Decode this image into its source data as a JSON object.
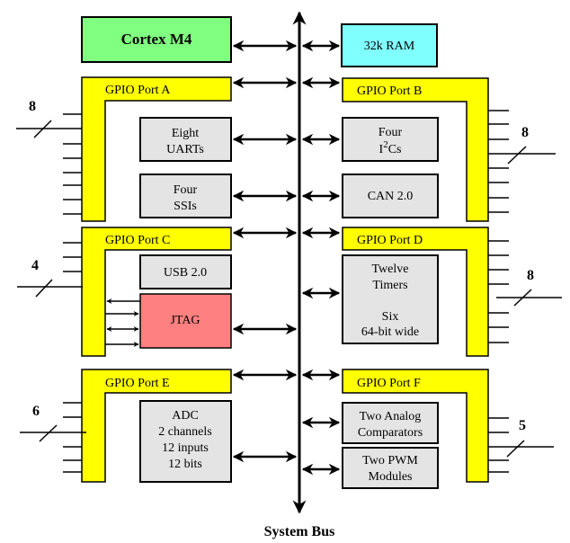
{
  "diagram": {
    "bus_label": "System Bus",
    "colors": {
      "cpu": "#80ff80",
      "ram": "#80ffff",
      "gpio": "#ffff00",
      "peripheral": "#e4e4e4",
      "jtag": "#ff8080",
      "line": "#000000"
    },
    "cpu": {
      "label": "Cortex M4"
    },
    "ram": {
      "label": "32k RAM"
    },
    "ports": {
      "a": {
        "label": "GPIO Port A",
        "pins": "8"
      },
      "b": {
        "label": "GPIO Port B",
        "pins": "8"
      },
      "c": {
        "label": "GPIO Port C",
        "pins": "4"
      },
      "d": {
        "label": "GPIO Port D",
        "pins": "8"
      },
      "e": {
        "label": "GPIO Port E",
        "pins": "6"
      },
      "f": {
        "label": "GPIO Port F",
        "pins": "5"
      }
    },
    "peripherals": {
      "uarts": {
        "line1": "Eight",
        "line2": "UARTs"
      },
      "ssis": {
        "line1": "Four",
        "line2": "SSIs"
      },
      "i2cs": {
        "line1": "Four",
        "line2_base": "I",
        "line2_sup": "2",
        "line2_rest": "Cs"
      },
      "can": {
        "label": "CAN 2.0"
      },
      "usb": {
        "label": "USB 2.0"
      },
      "jtag": {
        "label": "JTAG"
      },
      "timers": {
        "line1": "Twelve",
        "line2": "Timers",
        "line3": "Six",
        "line4": "64-bit wide"
      },
      "adc": {
        "line1": "ADC",
        "line2": "2 channels",
        "line3": "12 inputs",
        "line4": "12 bits"
      },
      "comparators": {
        "line1": "Two Analog",
        "line2": "Comparators"
      },
      "pwm": {
        "line1": "Two PWM",
        "line2": "Modules"
      }
    }
  }
}
